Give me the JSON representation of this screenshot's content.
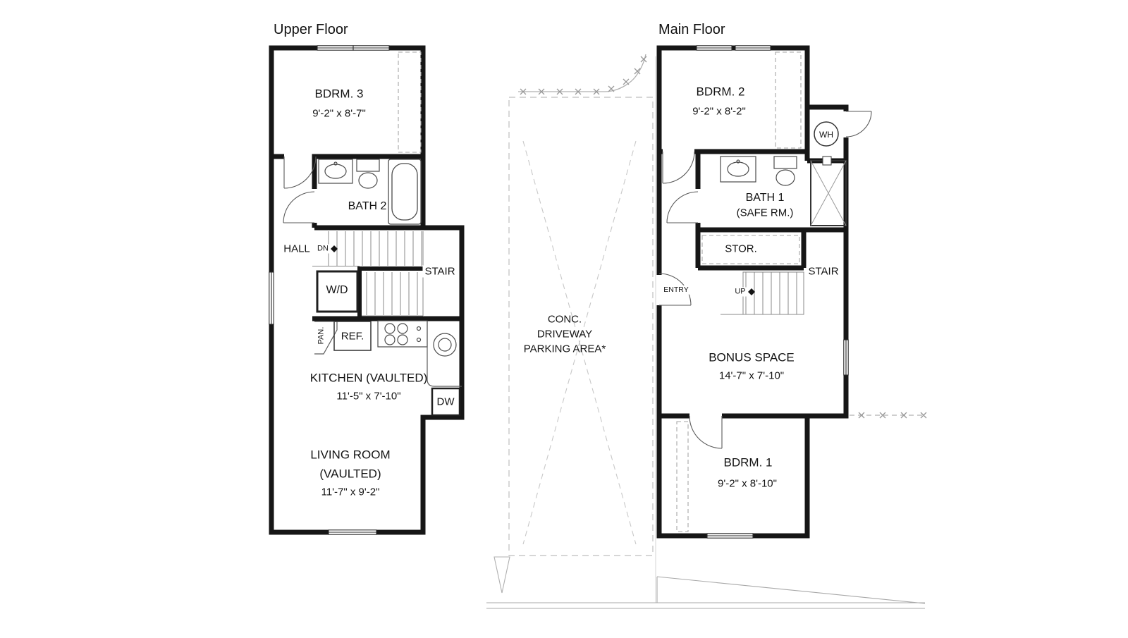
{
  "upper_floor": {
    "title": "Upper Floor",
    "bdrm3": {
      "name": "BDRM. 3",
      "dims": "9'-2\" x 8'-7\""
    },
    "bath2": "BATH 2",
    "hall": "HALL",
    "dn": "DN",
    "stair": "STAIR",
    "wd": "W/D",
    "pan": "PAN.",
    "ref": "REF.",
    "kitchen": {
      "name": "KITCHEN (VAULTED)",
      "dims": "11'-5\" x 7'-10\""
    },
    "dw": "DW",
    "living": {
      "name": "LIVING ROOM",
      "name2": "(VAULTED)",
      "dims": "11'-7\" x 9'-2\""
    }
  },
  "site": {
    "driveway_line1": "CONC.",
    "driveway_line2": "DRIVEWAY",
    "driveway_line3": "PARKING AREA*"
  },
  "main_floor": {
    "title": "Main Floor",
    "bdrm2": {
      "name": "BDRM. 2",
      "dims": "9'-2\" x 8'-2\""
    },
    "wh": "WH",
    "bath1": {
      "name": "BATH 1",
      "name2": "(SAFE RM.)"
    },
    "stor": "STOR.",
    "stair": "STAIR",
    "up": "UP",
    "entry": "ENTRY",
    "bonus": {
      "name": "BONUS SPACE",
      "dims": "14'-7\" x 7'-10\""
    },
    "bdrm1": {
      "name": "BDRM. 1",
      "dims": "9'-2\" x 8'-10\""
    }
  }
}
